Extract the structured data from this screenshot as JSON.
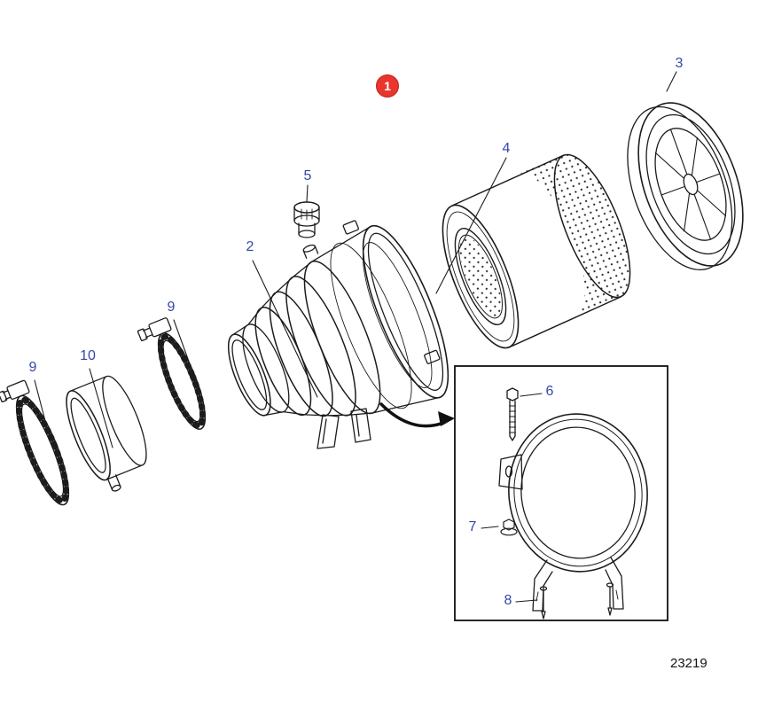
{
  "diagram": {
    "badge": "1",
    "labels": {
      "l2": "2",
      "l3": "3",
      "l4": "4",
      "l5": "5",
      "l6": "6",
      "l7": "7",
      "l8": "8",
      "l9_left": "9",
      "l9_mid": "9",
      "l10": "10"
    },
    "drawing_number": "23219",
    "colors": {
      "label_blue": "#3646a8",
      "badge_red": "#e8352e",
      "line_black": "#1c1c1c"
    }
  }
}
